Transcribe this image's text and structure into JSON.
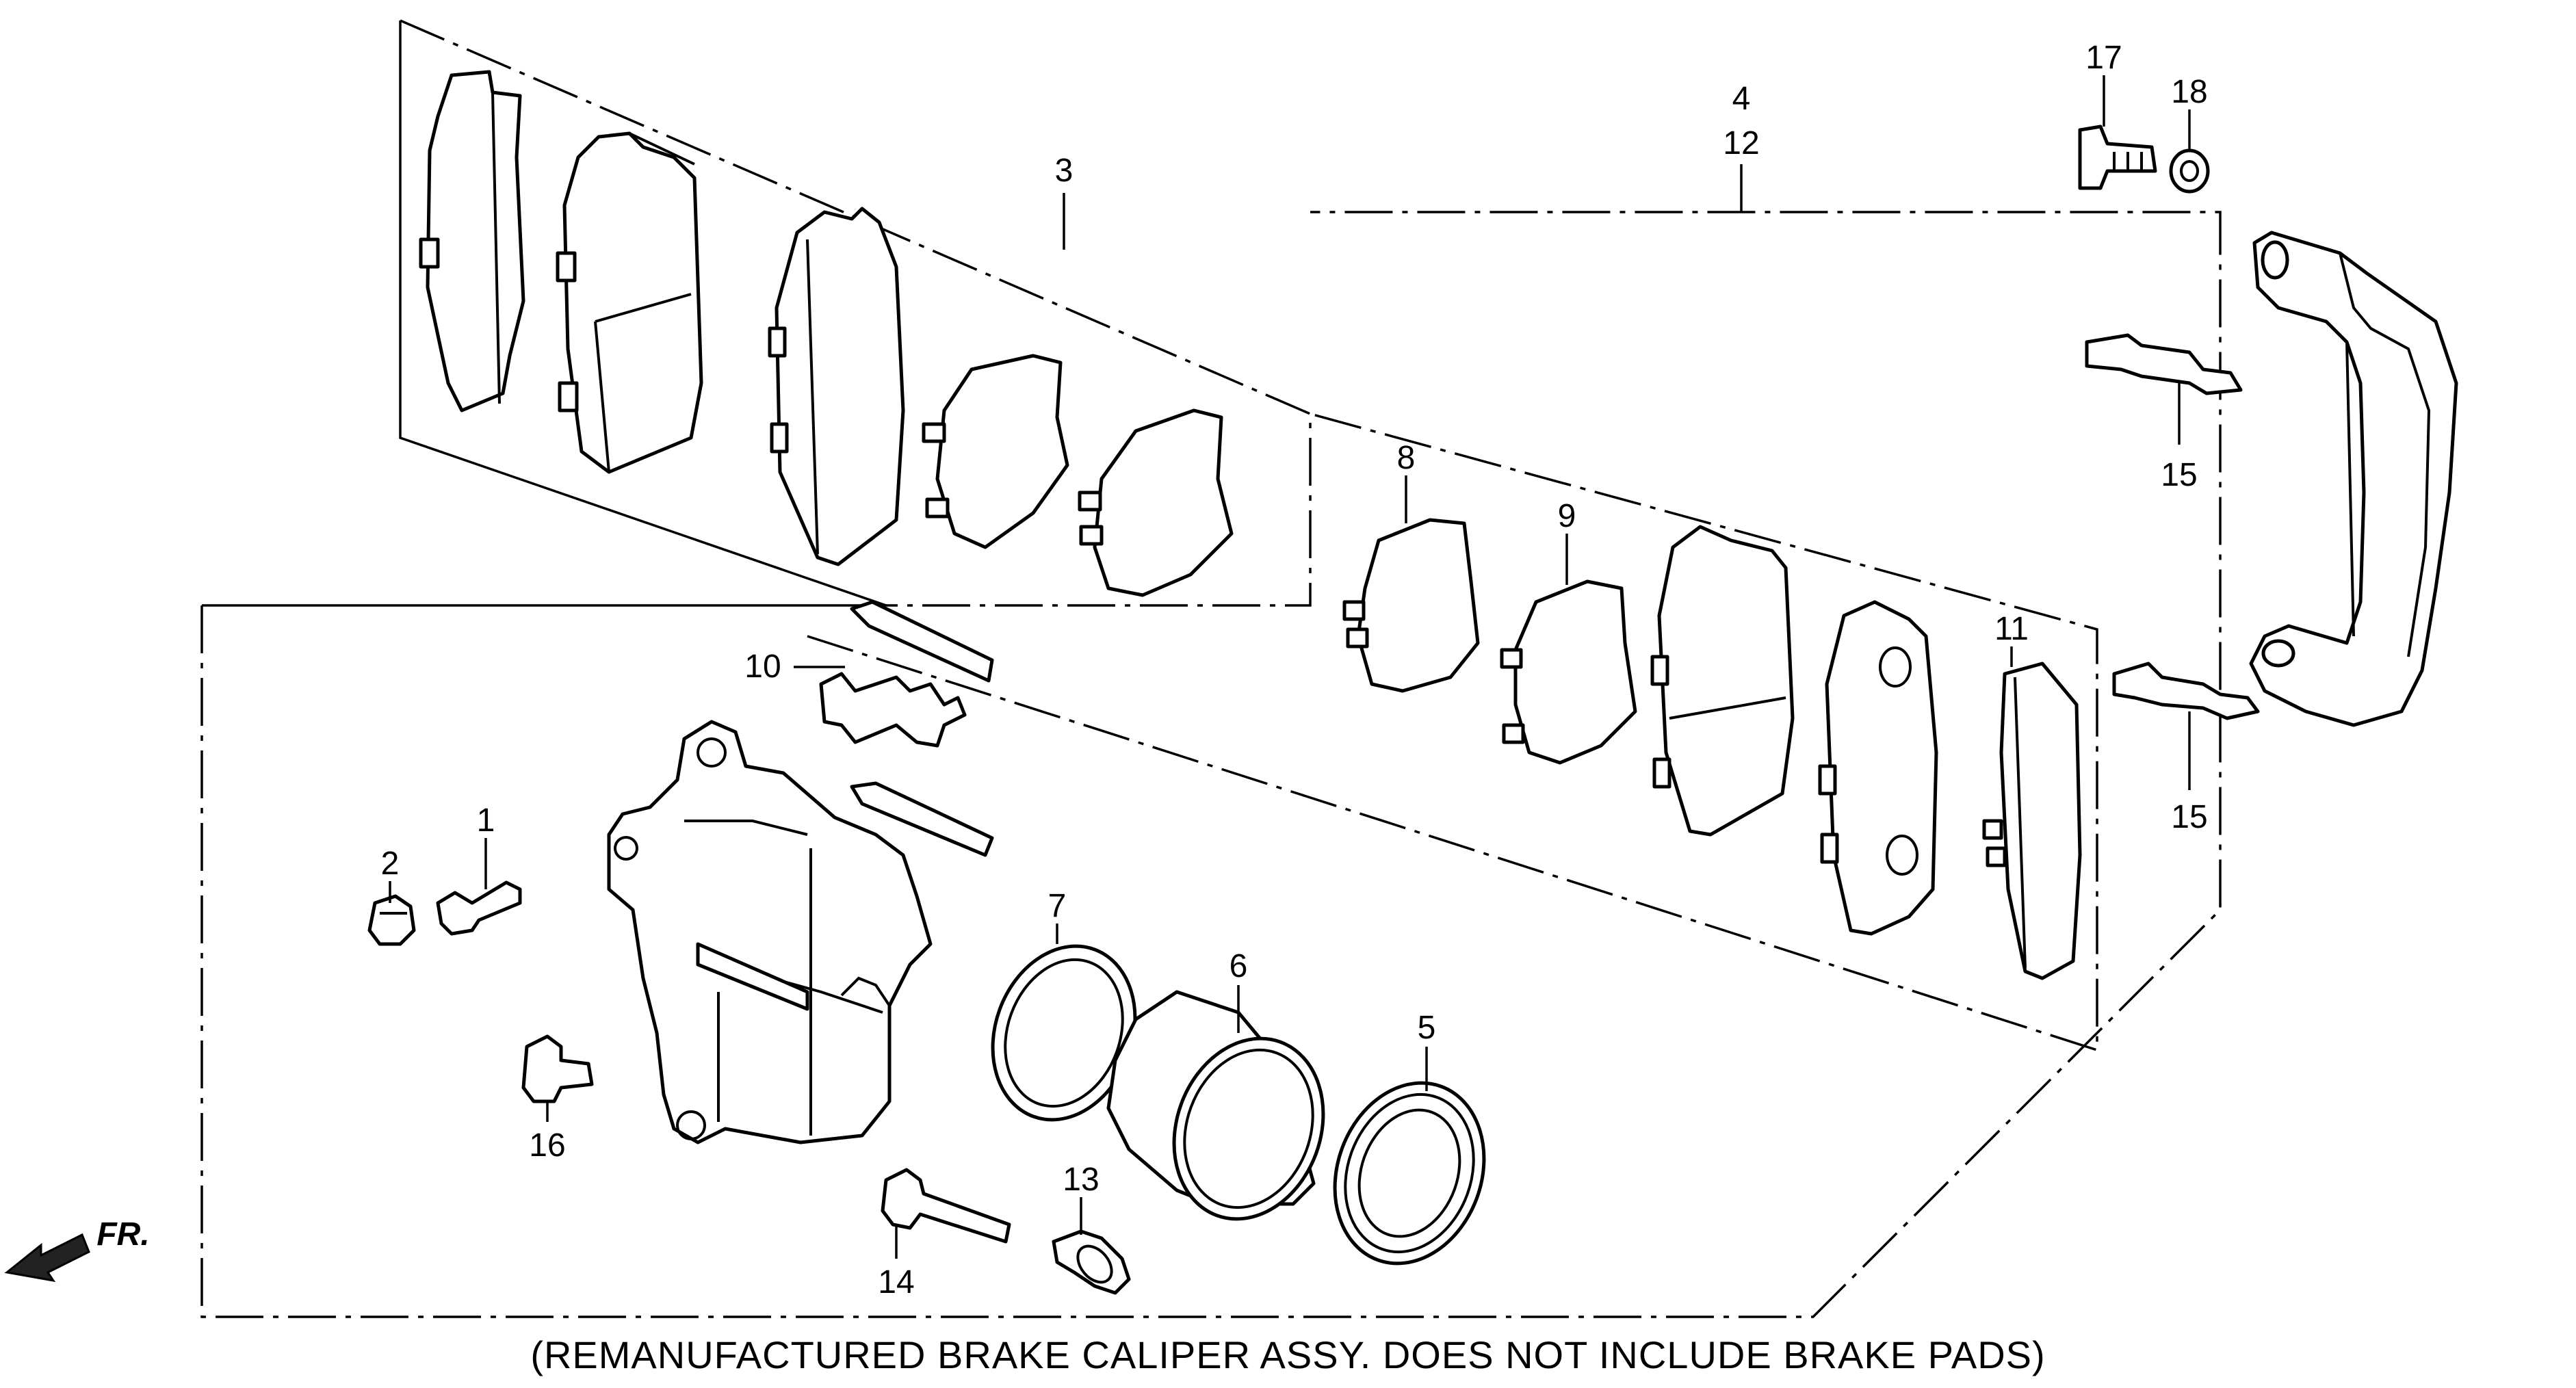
{
  "callouts": {
    "n1": "1",
    "n2": "2",
    "n3": "3",
    "n4": "4",
    "n5": "5",
    "n6": "6",
    "n7": "7",
    "n8": "8",
    "n9": "9",
    "n10": "10",
    "n11": "11",
    "n12": "12",
    "n13": "13",
    "n14": "14",
    "n15a": "15",
    "n15b": "15",
    "n16": "16",
    "n17": "17",
    "n18": "18"
  },
  "direction_label": "FR.",
  "caption": "(REMANUFACTURED BRAKE CALIPER ASSY. DOES NOT INCLUDE BRAKE PADS)"
}
